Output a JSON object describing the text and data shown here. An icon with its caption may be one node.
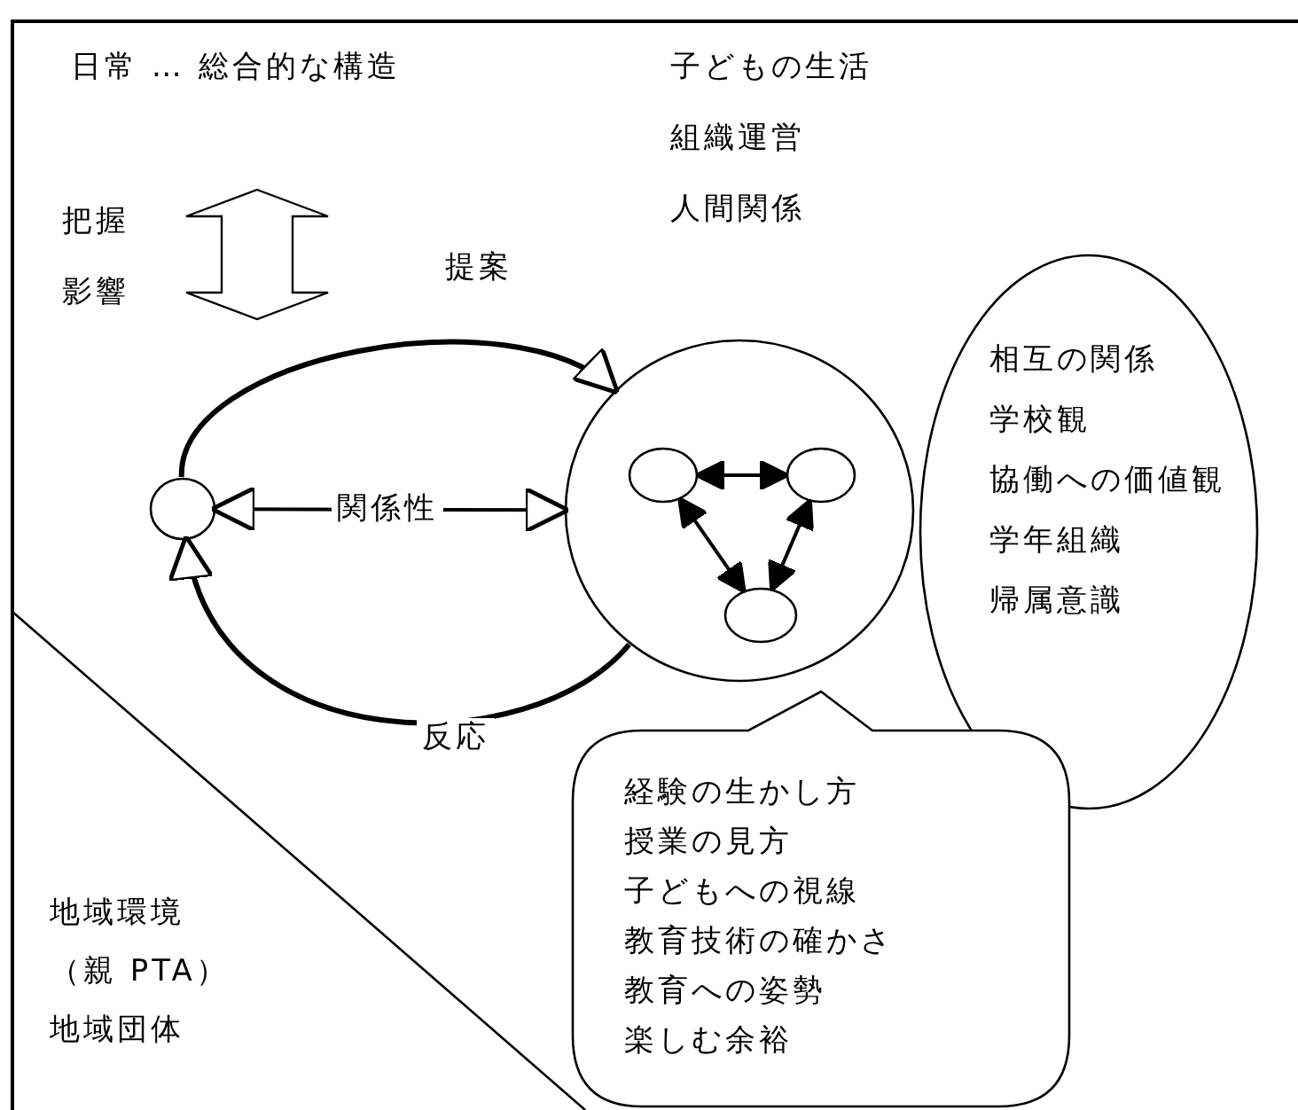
{
  "diagram": {
    "nodes": [
      {
        "text": [],
        "shape": "circle"
      },
      {
        "text": [],
        "shape": "circle"
      },
      {
        "text": [],
        "shape": "circle",
        "in": 1
      },
      {
        "text": [],
        "shape": "circle",
        "in": 1
      },
      {
        "text": [],
        "shape": "circle",
        "in": 1
      },
      {
        "text": [
          "相互の関係",
          "学校観",
          "協働への価値観",
          "学年組織",
          "帰属意識"
        ]
      },
      {
        "text": [
          "経験の生かし方",
          "授業の見方",
          "子どもへの視線",
          "教育技術の確かさ",
          "教育への姿勢",
          "楽しむ余裕"
        ]
      },
      {
        "text": [
          "地域環境",
          "（親 PTA）",
          "地域団体"
        ]
      }
    ],
    "edges": [
      {
        "from": 0,
        "to": 1,
        "arrow": "to",
        "label": "提案"
      },
      {
        "from": 1,
        "to": 0,
        "arrow": "to",
        "label": "反応"
      },
      {
        "from": 0,
        "to": 1,
        "arrow": "both",
        "label": "関係性"
      },
      {
        "from": 2,
        "to": 3,
        "arrow": "both"
      },
      {
        "from": 2,
        "to": 4,
        "arrow": "both"
      },
      {
        "from": 3,
        "to": 4,
        "arrow": "both"
      }
    ],
    "labels": [
      "日常 … 総合的な構造",
      "子どもの生活",
      "組織運営",
      "人間関係",
      "把握",
      "影響"
    ]
  }
}
